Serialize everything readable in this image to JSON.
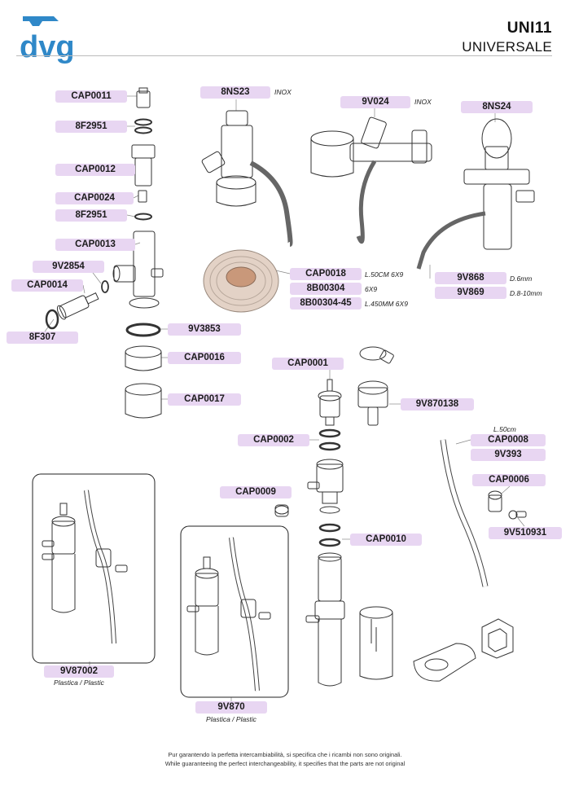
{
  "header": {
    "brand": "dvg",
    "title": "UNI11",
    "subtitle": "UNIVERSALE",
    "brand_color": "#2f88c8"
  },
  "parts": {
    "cap0011": "CAP0011",
    "p8f2951_a": "8F2951",
    "cap0012": "CAP0012",
    "cap0024": "CAP0024",
    "p8f2951_b": "8F2951",
    "cap0013": "CAP0013",
    "p9v2854": "9V2854",
    "cap0014": "CAP0014",
    "p8f307": "8F307",
    "p9v3853": "9V3853",
    "cap0016": "CAP0016",
    "cap0017": "CAP0017",
    "p8ns23": "8NS23",
    "p9v024": "9V024",
    "p8ns24": "8NS24",
    "cap0018": "CAP0018",
    "p8b00304": "8B00304",
    "p8b00304_45": "8B00304-45",
    "p9v868": "9V868",
    "p9v869": "9V869",
    "cap0001": "CAP0001",
    "p9v870138": "9V870138",
    "cap0002": "CAP0002",
    "cap0009": "CAP0009",
    "cap0010": "CAP0010",
    "cap0008": "CAP0008",
    "p9v393": "9V393",
    "cap0006": "CAP0006",
    "p9v510931": "9V510931",
    "p9v87002": "9V87002",
    "p9v870": "9V870"
  },
  "notes": {
    "inox_a": "INOX",
    "inox_b": "INOX",
    "cap0018_spec": "L.50CM 6X9",
    "p8b00304_spec": "6X9",
    "p8b00304_45_spec": "L.450MM 6X9",
    "p9v868_spec": "D.6mm",
    "p9v869_spec": "D.8-10mm",
    "cap0008_len": "L.50cm",
    "p9v87002_mat": "Plastica / Plastic",
    "p9v870_mat": "Plastica / Plastic"
  },
  "footer": {
    "line_it": "Pur garantendo la perfetta intercambiabilità, si specifica che i ricambi non sono originali.",
    "line_en": "While guaranteeing the perfect interchangeability, it specifies that the parts are not original"
  }
}
